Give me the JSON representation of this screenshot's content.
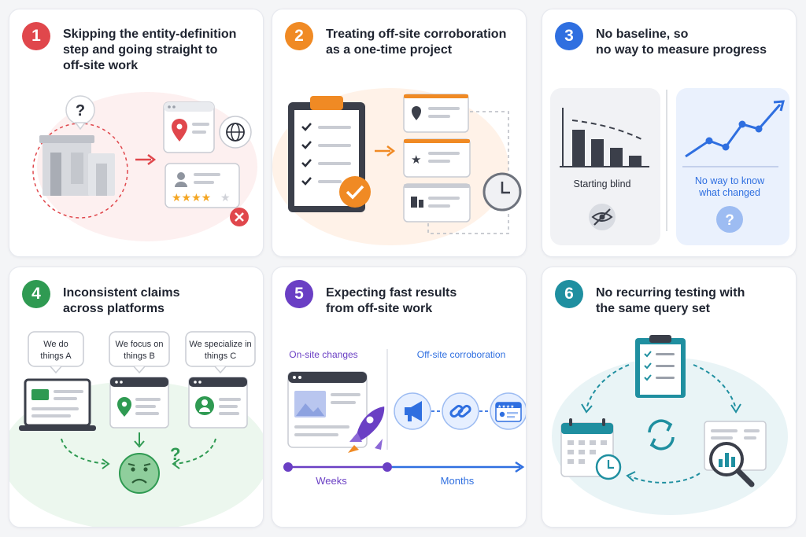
{
  "cards": [
    {
      "number": "1",
      "title_lines": [
        "Skipping the entity-definition",
        "step and going straight to",
        "off-site work"
      ],
      "color": "#e0474c",
      "question_mark": "?"
    },
    {
      "number": "2",
      "title_lines": [
        "Treating off-site corroboration",
        "as a one-time project"
      ],
      "color": "#f08a24"
    },
    {
      "number": "3",
      "title_lines": [
        "No baseline, so",
        "no way to measure progress"
      ],
      "color": "#2f6fe0",
      "left_caption": "Starting blind",
      "right_caption_lines": [
        "No way to know",
        "what changed"
      ],
      "question_mark": "?"
    },
    {
      "number": "4",
      "title_lines": [
        "Inconsistent claims",
        "across platforms"
      ],
      "color": "#2f9a52",
      "bubbles": [
        [
          "We do",
          "things A"
        ],
        [
          "We focus on",
          "things B"
        ],
        [
          "We specialize in",
          "things C"
        ]
      ],
      "question_mark": "?"
    },
    {
      "number": "5",
      "title_lines": [
        "Expecting fast results",
        "from off-site work"
      ],
      "color": "#6a3fc4",
      "left_caption": "On-site changes",
      "right_caption": "Off-site corroboration",
      "timeline_left": "Weeks",
      "timeline_right": "Months",
      "stars": "★★★★"
    },
    {
      "number": "6",
      "title_lines": [
        "No recurring testing with",
        "the same query set"
      ],
      "color": "#1f8fa0"
    }
  ],
  "colors": {
    "red": "#e0474c",
    "orange": "#f08a24",
    "blue": "#2f6fe0",
    "green": "#2f9a52",
    "purple": "#6a3fc4",
    "teal": "#1f8fa0",
    "dark": "#2b2f3a",
    "gray": "#c9ccd3"
  },
  "icons": [
    "building-icon",
    "map-pin-icon",
    "globe-icon",
    "user-icon",
    "star-icon",
    "close-icon",
    "clipboard-icon",
    "checkmark-icon",
    "clock-icon",
    "bar-chart-icon",
    "line-chart-icon",
    "eye-slash-icon",
    "laptop-icon",
    "sad-face-icon",
    "rocket-icon",
    "megaphone-icon",
    "link-icon",
    "calendar-icon",
    "magnifier-icon",
    "refresh-icon"
  ]
}
